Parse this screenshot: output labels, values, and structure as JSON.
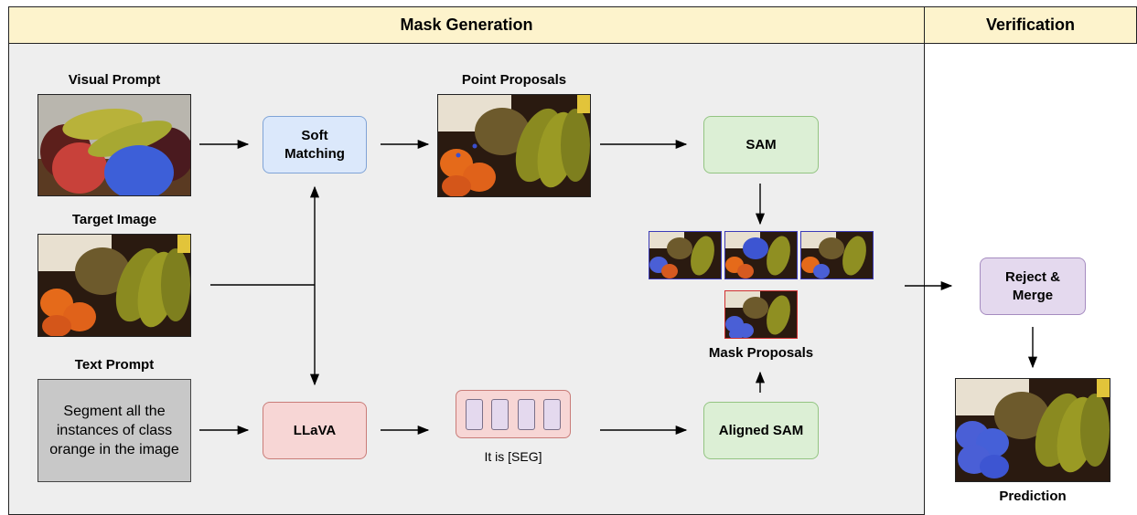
{
  "panels": {
    "mask_generation": "Mask Generation",
    "verification": "Verification"
  },
  "labels": {
    "visual_prompt": "Visual Prompt",
    "target_image": "Target Image",
    "text_prompt": "Text Prompt",
    "point_proposals": "Point Proposals",
    "mask_proposals": "Mask Proposals",
    "prediction": "Prediction",
    "seg_caption": "It is [SEG]"
  },
  "text_prompt_lines": [
    "Segment all the",
    "instances of class",
    "orange in the image"
  ],
  "boxes": {
    "soft_matching": [
      "Soft",
      "Matching"
    ],
    "llava": "LLaVA",
    "sam": "SAM",
    "aligned_sam": "Aligned SAM",
    "reject_merge": [
      "Reject &",
      "Merge"
    ]
  },
  "colors": {
    "panel_header": "#fdf3cc",
    "panel_body": "#eeeeee",
    "soft_matching_fill": "#dbe8fb",
    "soft_matching_border": "#7fa3d6",
    "llava_fill": "#f7d6d5",
    "llava_border": "#c97c78",
    "sam_fill": "#dcefd5",
    "sam_border": "#93c482",
    "reject_fill": "#e4d9ee",
    "reject_border": "#a58bc0",
    "text_prompt_fill": "#c8c8c8"
  }
}
